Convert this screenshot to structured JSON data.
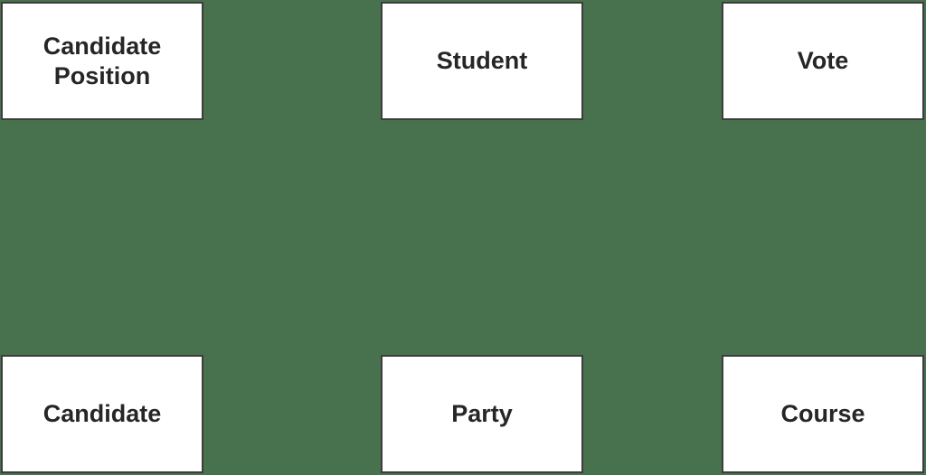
{
  "diagram": {
    "background_color": "#48714E",
    "node_fill_color": "#FFFFFF",
    "node_border_color": "#3D3D3D",
    "label_color": "#262626",
    "nodes": [
      {
        "id": "candidate-position",
        "label": "Candidate Position"
      },
      {
        "id": "student",
        "label": "Student"
      },
      {
        "id": "vote",
        "label": "Vote"
      },
      {
        "id": "candidate",
        "label": "Candidate"
      },
      {
        "id": "party",
        "label": "Party"
      },
      {
        "id": "course",
        "label": "Course"
      }
    ]
  }
}
